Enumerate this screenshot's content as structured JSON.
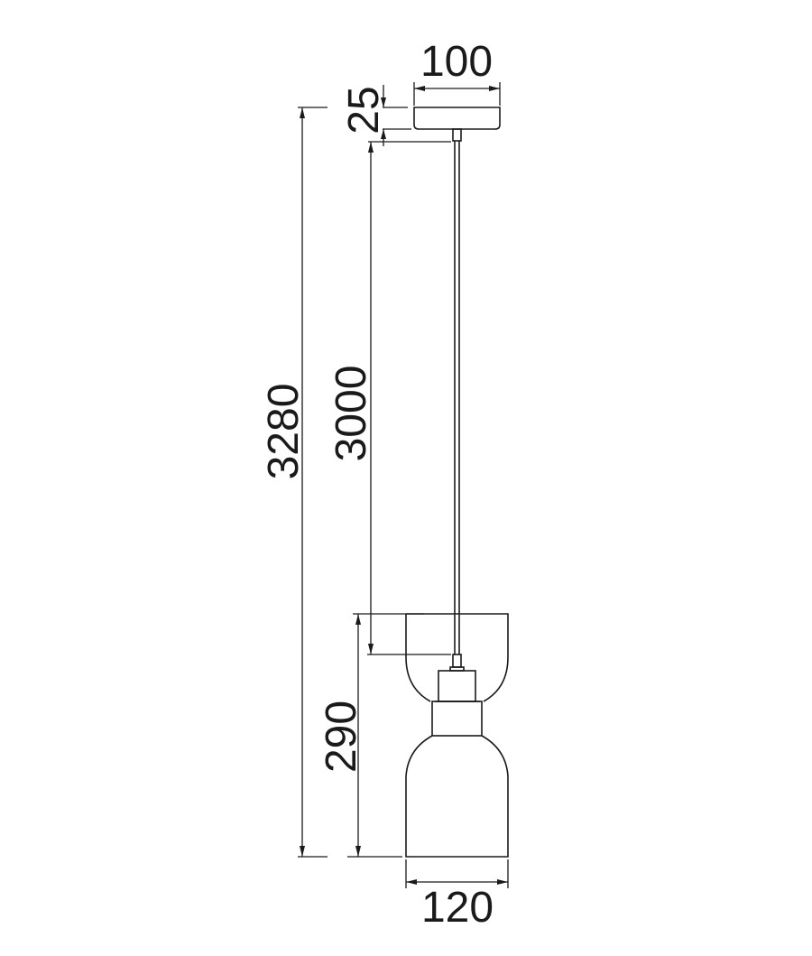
{
  "drawing": {
    "title": "Pendant light dimension drawing",
    "units": "mm",
    "line_color": "#1a1a1a",
    "background": "#ffffff"
  },
  "dimensions": {
    "canopy_width": "100",
    "canopy_height": "25",
    "cable_length": "3000",
    "overall_height": "3280",
    "shade_height": "290",
    "shade_width": "120"
  }
}
